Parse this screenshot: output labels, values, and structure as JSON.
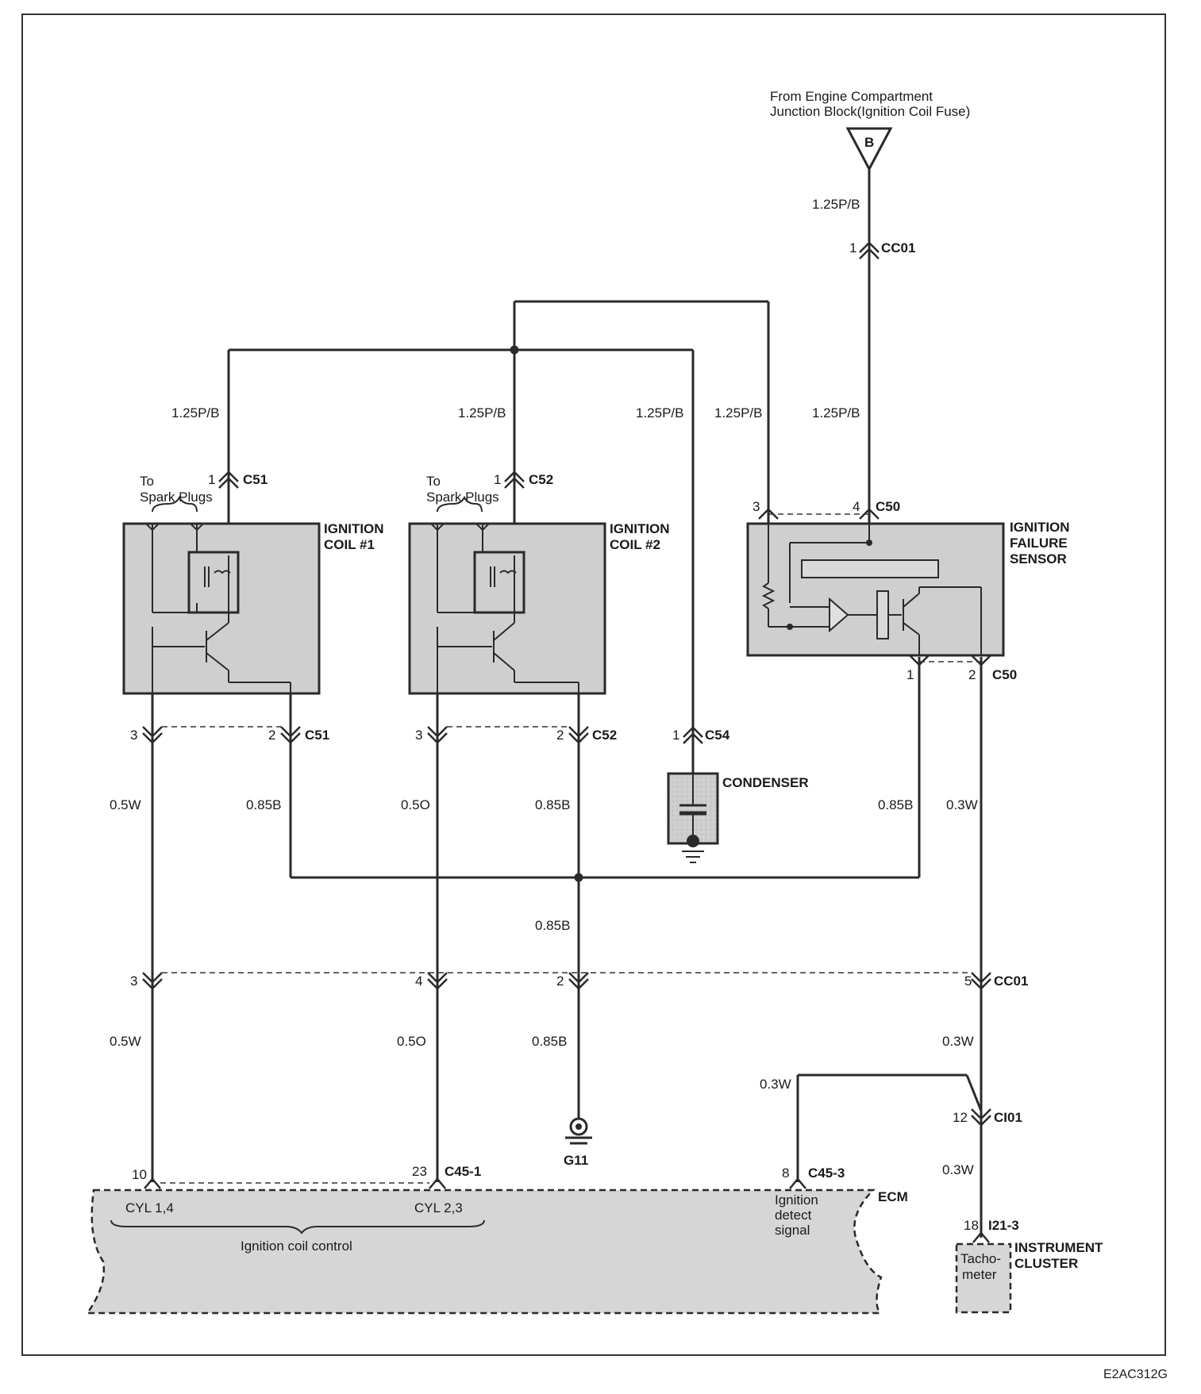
{
  "source": {
    "line1": "From Engine Compartment",
    "line2": "Junction Block(Ignition Coil Fuse)",
    "marker": "B"
  },
  "wires": {
    "top": "1.25P/B",
    "coil1_feed": "1.25P/B",
    "coil2_feed": "1.25P/B",
    "condenser_feed": "1.25P/B",
    "ifs3_feed": "1.25P/B",
    "ifs4_feed": "1.25P/B",
    "c51_3": "0.5W",
    "c51_2": "0.85B",
    "c52_3": "0.5O",
    "c52_2": "0.85B",
    "c50_1": "0.85B",
    "c50_2": "0.3W",
    "ground_mid": "0.85B",
    "cc01_3": "0.5W",
    "cc01_4": "0.5O",
    "cc01_2": "0.85B",
    "cc01_5": "0.3W",
    "detect": "0.3W",
    "ci01_out": "0.3W"
  },
  "connectors": {
    "cc01_top": {
      "pin": "1",
      "name": "CC01"
    },
    "c51_top": {
      "pin": "1",
      "name": "C51"
    },
    "c52_top": {
      "pin": "1",
      "name": "C52"
    },
    "c50_top": {
      "pin3": "3",
      "pin4": "4",
      "name": "C50"
    },
    "c51_bottom": {
      "pin3": "3",
      "pin2": "2",
      "name": "C51"
    },
    "c52_bottom": {
      "pin3": "3",
      "pin2": "2",
      "name": "C52"
    },
    "c54": {
      "pin": "1",
      "name": "C54"
    },
    "c50_bottom": {
      "pin1": "1",
      "pin2": "2",
      "name": "C50"
    },
    "cc01_bottom": {
      "pin3": "3",
      "pin4": "4",
      "pin2": "2",
      "pin5": "5",
      "name": "CC01"
    },
    "ci01": {
      "pin": "12",
      "name": "CI01"
    },
    "c45_1": {
      "pin10": "10",
      "pin23": "23",
      "name": "C45-1"
    },
    "c45_3": {
      "pin": "8",
      "name": "C45-3"
    },
    "i21_3": {
      "pin": "18",
      "name": "I21-3"
    }
  },
  "components": {
    "coil1": {
      "line1": "IGNITION",
      "line2": "COIL #1",
      "to1": "To",
      "to2": "Spark Plugs"
    },
    "coil2": {
      "line1": "IGNITION",
      "line2": "COIL #2",
      "to1": "To",
      "to2": "Spark Plugs"
    },
    "ifs": {
      "line1": "IGNITION",
      "line2": "FAILURE",
      "line3": "SENSOR"
    },
    "condenser": "CONDENSER",
    "ground": "G11",
    "ecm": {
      "name": "ECM",
      "cyl14": "CYL 1,4",
      "cyl23": "CYL 2,3",
      "coil_control": "Ignition coil control",
      "detect1": "Ignition",
      "detect2": "detect",
      "detect3": "signal"
    },
    "cluster": {
      "line1": "INSTRUMENT",
      "line2": "CLUSTER",
      "tacho1": "Tacho-",
      "tacho2": "meter"
    }
  },
  "figure_code": "E2AC312G"
}
